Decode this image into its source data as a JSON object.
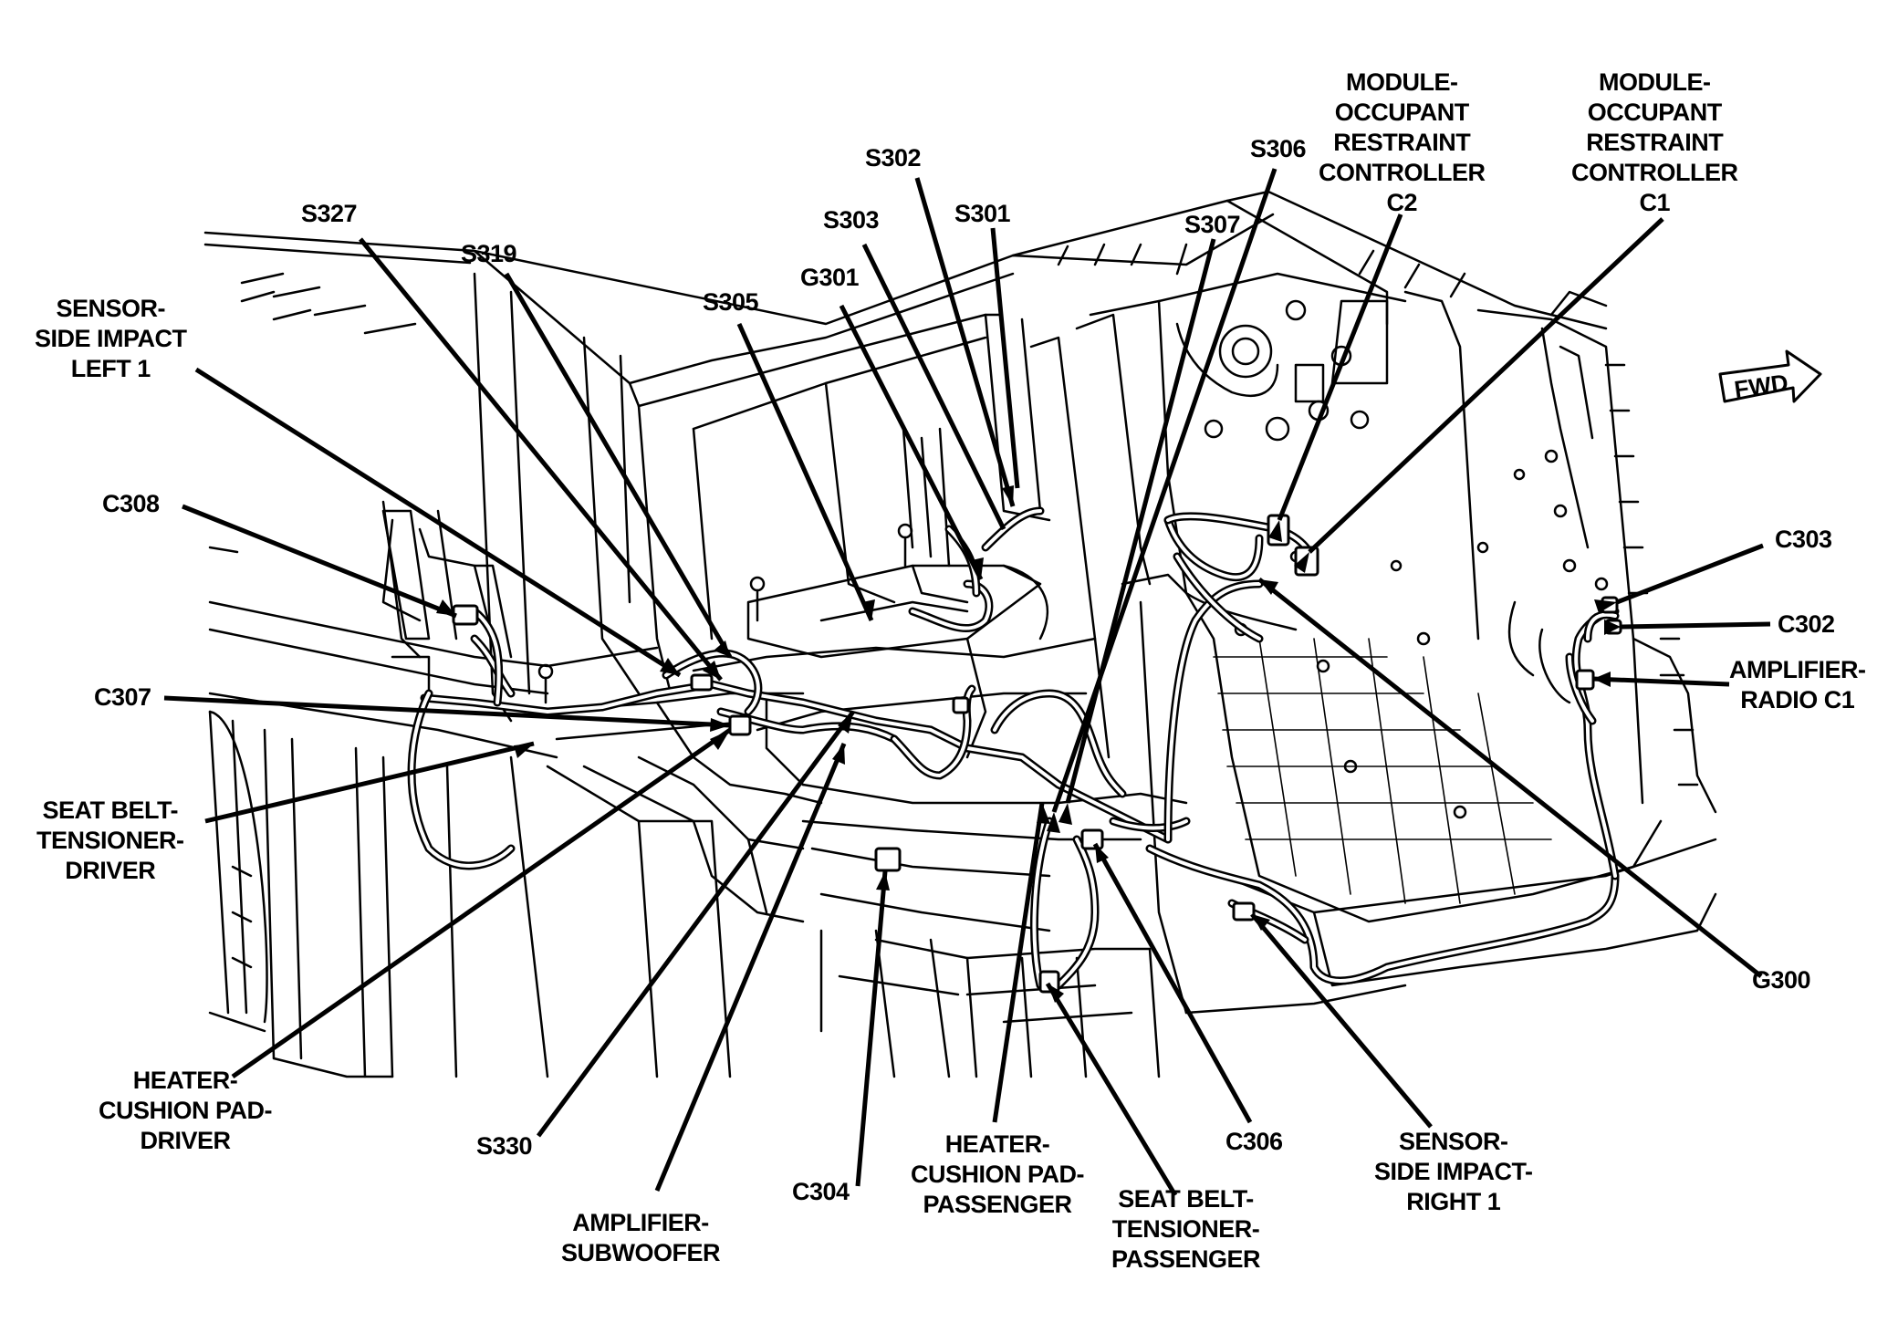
{
  "fwd_label": "FWD",
  "labels": [
    {
      "id": "s327",
      "text": "S327"
    },
    {
      "id": "s319",
      "text": "S319"
    },
    {
      "id": "sensor-side-impact-left-1",
      "text": "SENSOR-\nSIDE IMPACT\nLEFT 1"
    },
    {
      "id": "s305",
      "text": "S305"
    },
    {
      "id": "g301",
      "text": "G301"
    },
    {
      "id": "s303",
      "text": "S303"
    },
    {
      "id": "s302",
      "text": "S302"
    },
    {
      "id": "s301",
      "text": "S301"
    },
    {
      "id": "s306",
      "text": "S306"
    },
    {
      "id": "s307",
      "text": "S307"
    },
    {
      "id": "module-orc-c2",
      "text": "MODULE-\nOCCUPANT\nRESTRAINT\nCONTROLLER\nC2"
    },
    {
      "id": "module-orc-c1",
      "text": "MODULE-\nOCCUPANT\nRESTRAINT\nCONTROLLER\nC1"
    },
    {
      "id": "c308",
      "text": "C308"
    },
    {
      "id": "c307",
      "text": "C307"
    },
    {
      "id": "seat-belt-tensioner-driver",
      "text": "SEAT BELT-\nTENSIONER-\nDRIVER"
    },
    {
      "id": "heater-cushion-pad-driver",
      "text": "HEATER-\nCUSHION PAD-\nDRIVER"
    },
    {
      "id": "s330",
      "text": "S330"
    },
    {
      "id": "amplifier-subwoofer",
      "text": "AMPLIFIER-\nSUBWOOFER"
    },
    {
      "id": "c304",
      "text": "C304"
    },
    {
      "id": "heater-cushion-pad-passenger",
      "text": "HEATER-\nCUSHION PAD-\nPASSENGER"
    },
    {
      "id": "seat-belt-tensioner-passenger",
      "text": "SEAT BELT-\nTENSIONER-\nPASSENGER"
    },
    {
      "id": "c306",
      "text": "C306"
    },
    {
      "id": "sensor-side-impact-right-1",
      "text": "SENSOR-\nSIDE IMPACT-\nRIGHT 1"
    },
    {
      "id": "g300",
      "text": "G300"
    },
    {
      "id": "c303",
      "text": "C303"
    },
    {
      "id": "c302",
      "text": "C302"
    },
    {
      "id": "amplifier-radio-c1",
      "text": "AMPLIFIER-\nRADIO C1"
    }
  ]
}
